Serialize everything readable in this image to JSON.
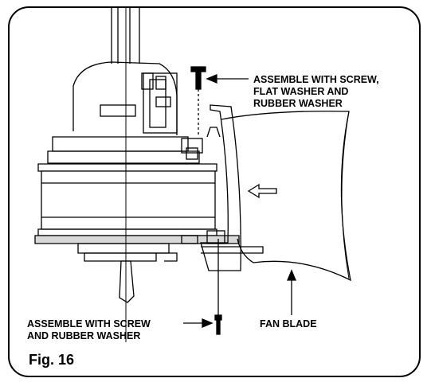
{
  "callouts": {
    "top_screw": {
      "line1": "ASSEMBLE WITH SCREW,",
      "line2": "FLAT WASHER AND",
      "line3": "RUBBER WASHER"
    },
    "bottom_screw": {
      "line1": "ASSEMBLE WITH SCREW",
      "line2": "AND RUBBER WASHER"
    },
    "fan_blade": "FAN BLADE"
  },
  "figure_label": "Fig. 16",
  "icons": [
    "screw-icon",
    "arrow-icon"
  ],
  "colors": {
    "ink": "#000000",
    "paper": "#ffffff",
    "motor_shade": "#d9d9d9"
  }
}
